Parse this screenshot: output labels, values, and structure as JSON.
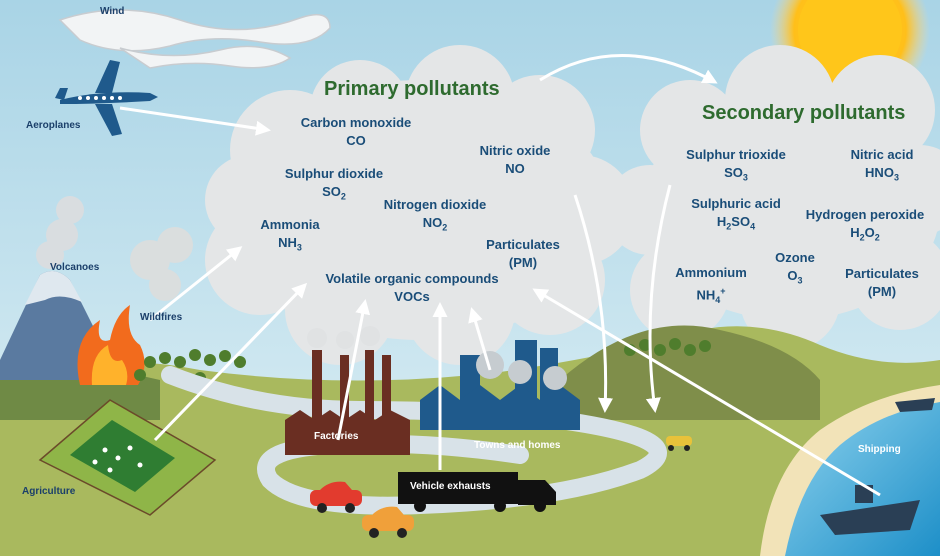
{
  "primary": {
    "title": "Primary pollutants",
    "items": [
      {
        "name": "Carbon monoxide",
        "formula": "CO"
      },
      {
        "name": "Nitric oxide",
        "formula": "NO"
      },
      {
        "name": "Sulphur dioxide",
        "formula_base": "SO",
        "formula_sub": "2"
      },
      {
        "name": "Nitrogen dioxide",
        "formula_base": "NO",
        "formula_sub": "2"
      },
      {
        "name": "Ammonia",
        "formula_base": "NH",
        "formula_sub": "3"
      },
      {
        "name": "Particulates",
        "formula": "(PM)"
      },
      {
        "name": "Volatile organic compounds",
        "formula": "VOCs"
      }
    ]
  },
  "secondary": {
    "title": "Secondary pollutants",
    "items": [
      {
        "name": "Sulphur trioxide",
        "formula_base": "SO",
        "formula_sub": "3"
      },
      {
        "name": "Nitric acid",
        "formula_base": "HNO",
        "formula_sub": "3"
      },
      {
        "name": "Sulphuric acid",
        "formula_a": "H",
        "formula_sub1": "2",
        "formula_b": "SO",
        "formula_sub2": "4"
      },
      {
        "name": "Hydrogen peroxide",
        "formula_a": "H",
        "formula_sub1": "2",
        "formula_b": "O",
        "formula_sub2": "2"
      },
      {
        "name": "Ozone",
        "formula_base": "O",
        "formula_sub": "3"
      },
      {
        "name": "Ammonium",
        "formula_base": "NH",
        "formula_sub": "4",
        "formula_sup": "+"
      },
      {
        "name": "Particulates",
        "formula": "(PM)"
      }
    ]
  },
  "sources": {
    "wind": "Wind",
    "aeroplanes": "Aeroplanes",
    "volcanoes": "Volcanoes",
    "wildfires": "Wildfires",
    "factories": "Factories",
    "towns": "Towns and homes",
    "agriculture": "Agriculture",
    "vehicles": "Vehicle exhausts",
    "shipping": "Shipping"
  },
  "colors": {
    "sky": "#bfe0ec",
    "cloud": "#e6e8e9",
    "primary_title": "#2e6b2f",
    "formula_text": "#1b4f72",
    "ground": "#9aab52",
    "road": "#d8e2e8",
    "sea": "#3aa7d6"
  }
}
